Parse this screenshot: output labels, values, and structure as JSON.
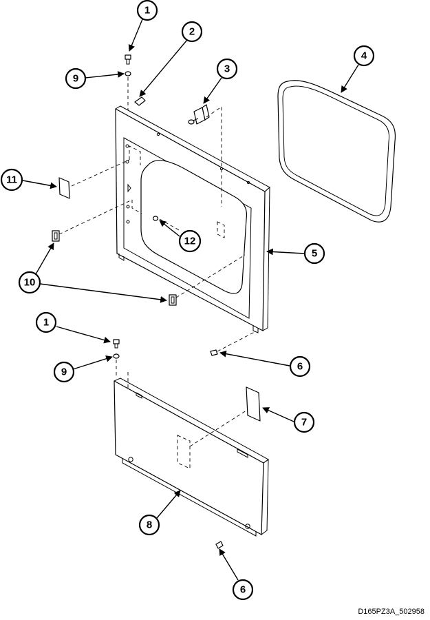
{
  "drawing_id": "D165PZ3A_502958",
  "callouts": [
    {
      "label": "1"
    },
    {
      "label": "2"
    },
    {
      "label": "3"
    },
    {
      "label": "4"
    },
    {
      "label": "9"
    },
    {
      "label": "11"
    },
    {
      "label": "12"
    },
    {
      "label": "5"
    },
    {
      "label": "10"
    },
    {
      "label": "1"
    },
    {
      "label": "9"
    },
    {
      "label": "6"
    },
    {
      "label": "7"
    },
    {
      "label": "8"
    },
    {
      "label": "6"
    }
  ],
  "colors": {
    "line": "#000000",
    "background": "#ffffff"
  }
}
